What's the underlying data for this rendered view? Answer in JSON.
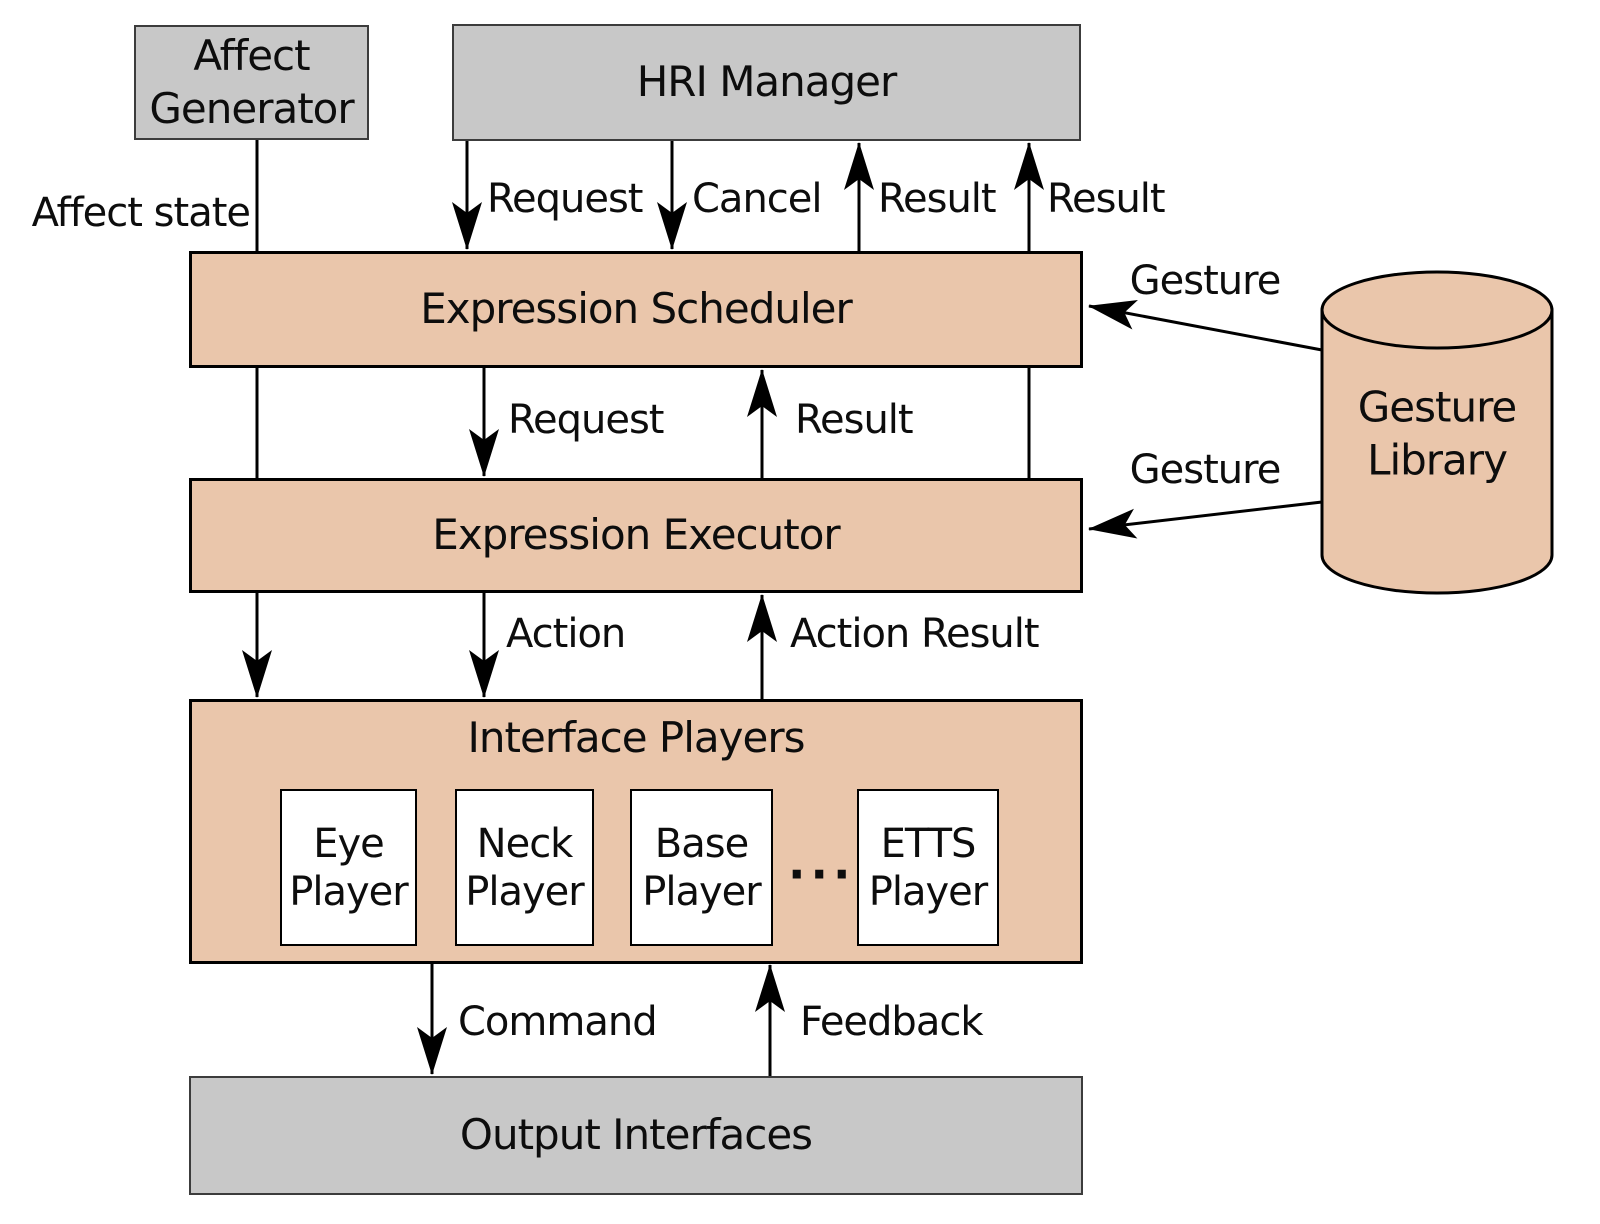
{
  "diagram": {
    "title_hint": "Robot expression architecture block diagram",
    "colors": {
      "module_fill": "#EAC6AB",
      "external_fill": "#C8C8C8",
      "line": "#000000"
    },
    "nodes": {
      "affect_generator": {
        "label": "Affect Generator"
      },
      "hri_manager": {
        "label": "HRI Manager"
      },
      "expression_scheduler": {
        "label": "Expression Scheduler"
      },
      "expression_executor": {
        "label": "Expression Executor"
      },
      "interface_players": {
        "label": "Interface Players",
        "ellipsis": "...",
        "children": [
          {
            "label": "Eye Player"
          },
          {
            "label": "Neck Player"
          },
          {
            "label": "Base Player"
          },
          {
            "label": "ETTS Player"
          }
        ]
      },
      "output_interfaces": {
        "label": "Output Interfaces"
      },
      "gesture_library": {
        "line1": "Gesture",
        "line2": "Library"
      }
    },
    "edge_labels": {
      "affect_state": "Affect state",
      "request_top": "Request",
      "cancel": "Cancel",
      "result_top_1": "Result",
      "result_top_2": "Result",
      "request_mid": "Request",
      "result_mid": "Result",
      "action": "Action",
      "action_result": "Action Result",
      "command": "Command",
      "feedback": "Feedback",
      "gesture_to_scheduler": "Gesture",
      "gesture_to_executor": "Gesture"
    }
  }
}
